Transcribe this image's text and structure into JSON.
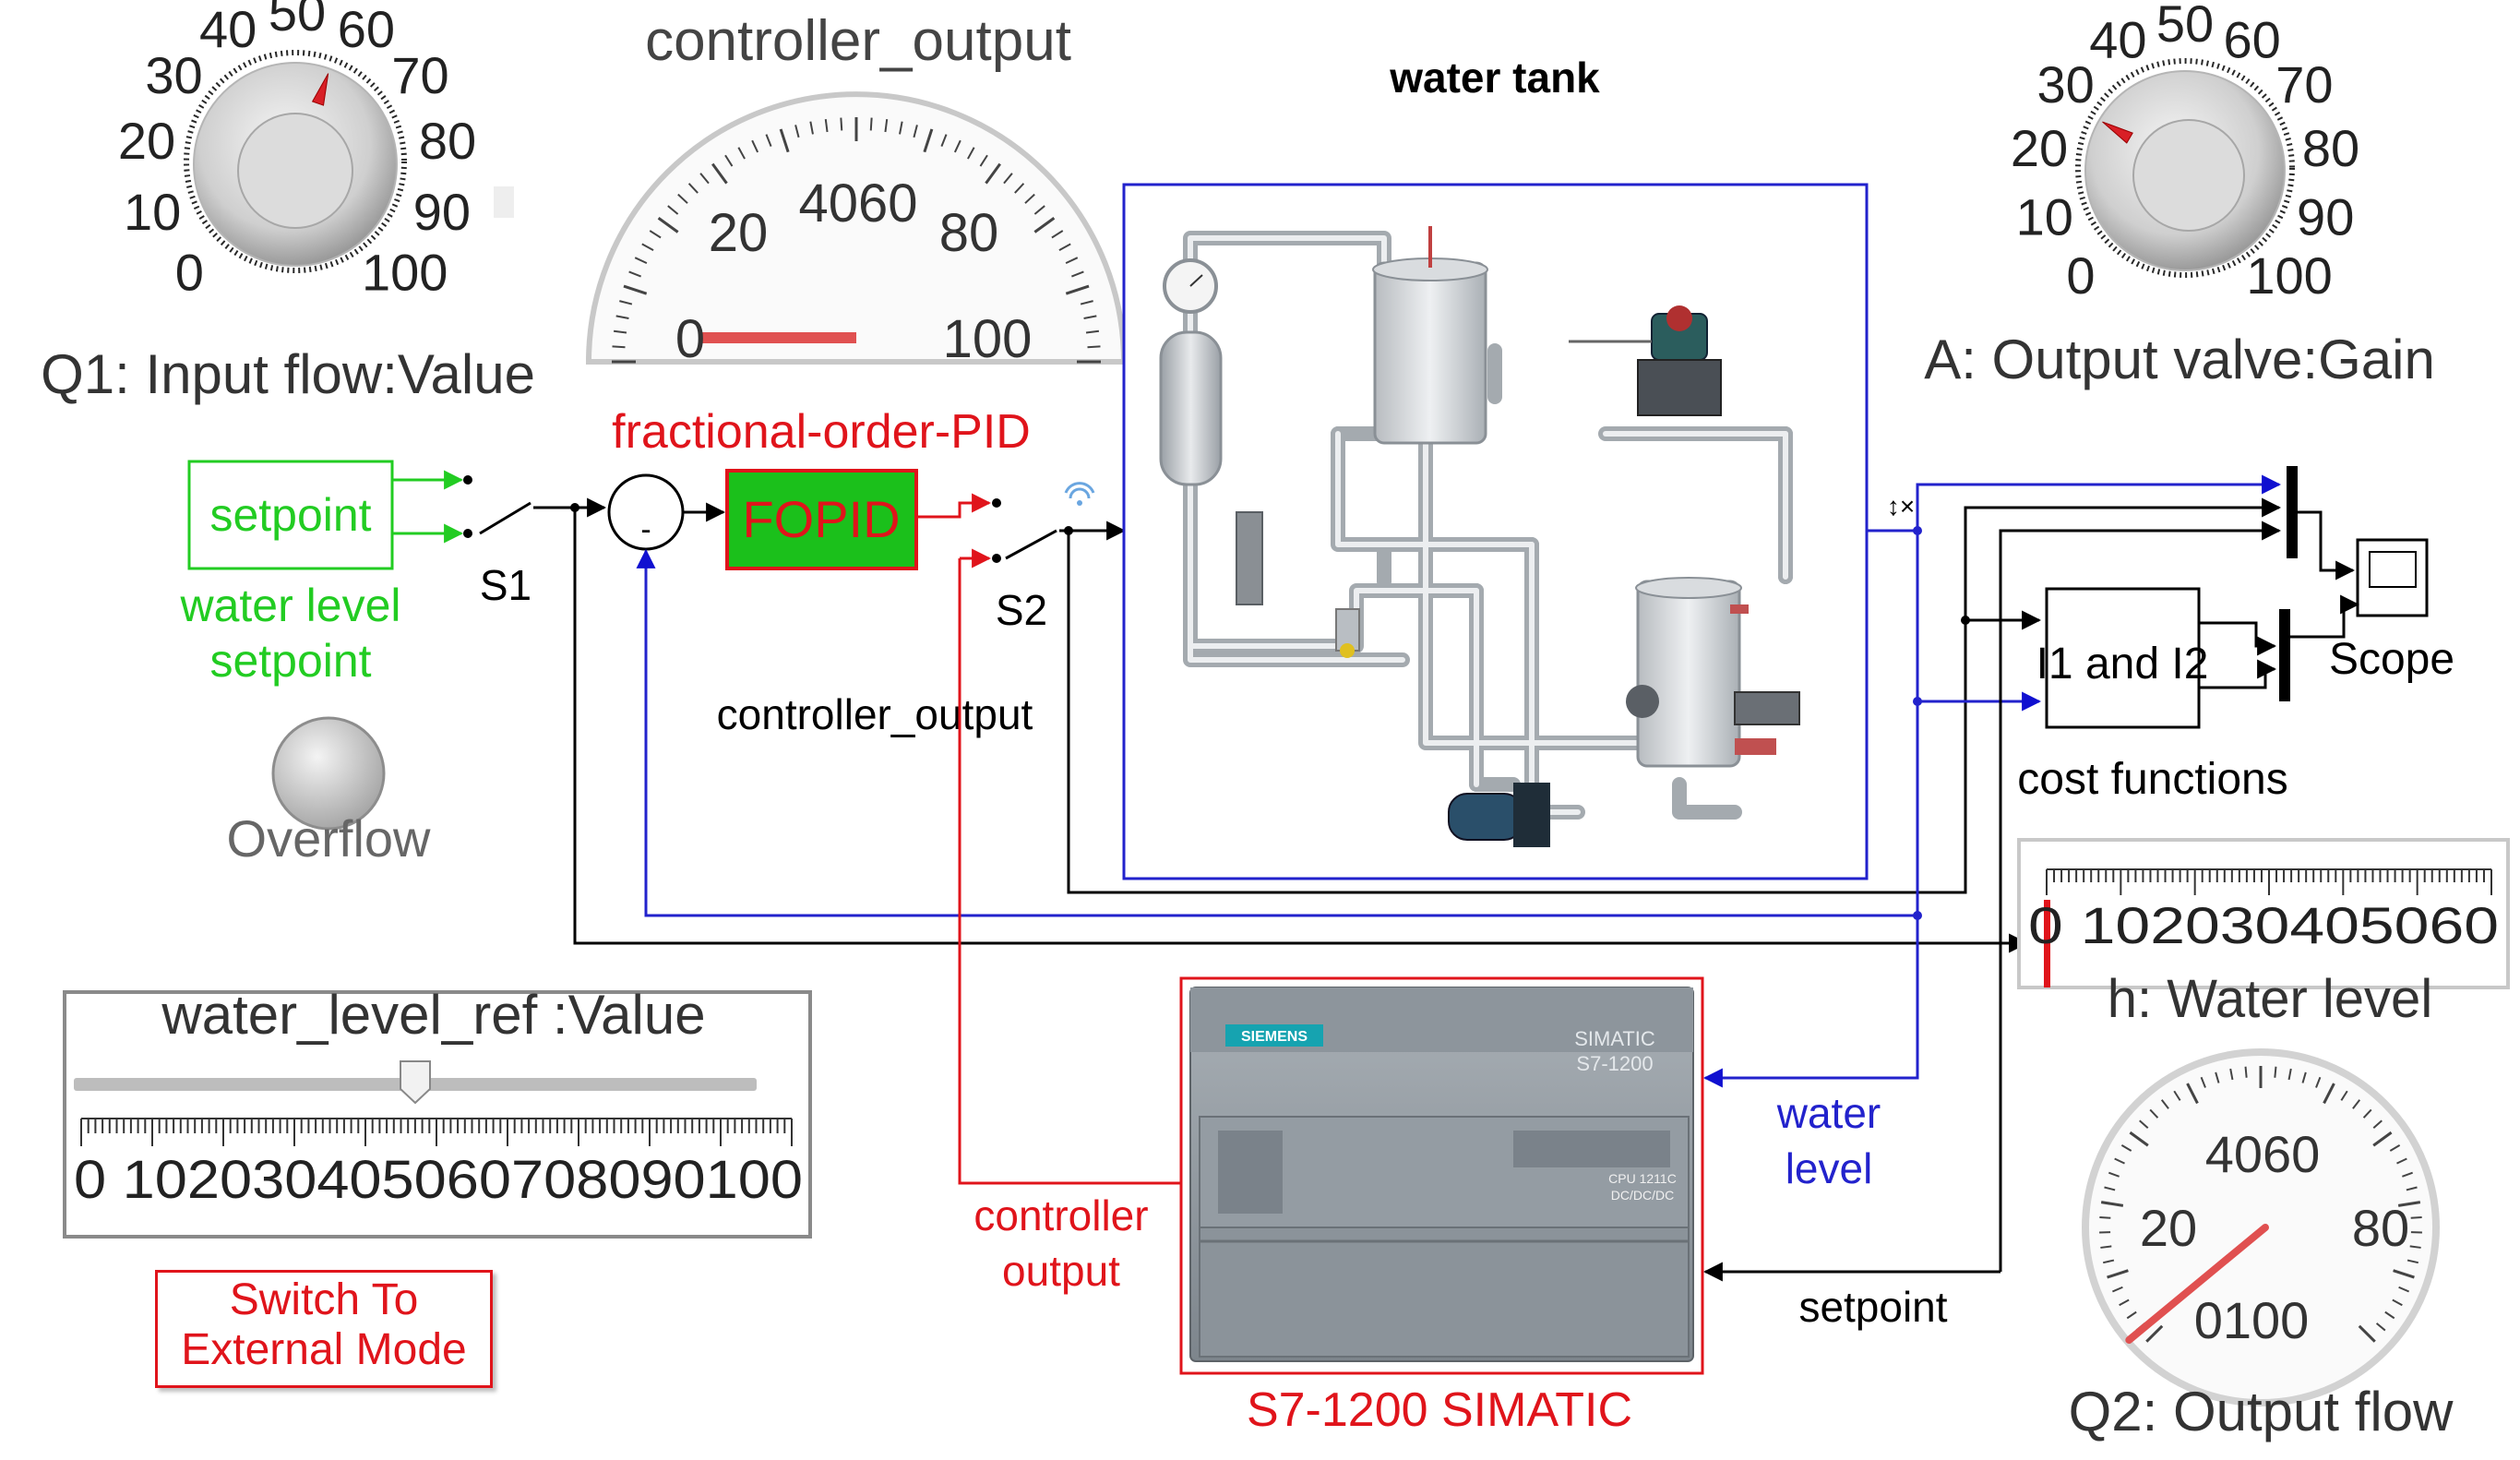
{
  "knob_q1": {
    "title": "Q1: Input flow:Value",
    "ticks": [
      "0",
      "10",
      "20",
      "30",
      "40",
      "50",
      "60",
      "70",
      "80",
      "90",
      "100"
    ],
    "value": 57
  },
  "gauge_controller": {
    "title": "controller_output",
    "ticks": [
      "0",
      "20",
      "4060",
      "80",
      "100"
    ],
    "value": 0
  },
  "diagram_title": "water tank",
  "knob_a": {
    "title": "A: Output valve:Gain",
    "ticks": [
      "0",
      "10",
      "20",
      "30",
      "40",
      "50",
      "60",
      "70",
      "80",
      "90",
      "100"
    ],
    "value": 28
  },
  "setpoint_block": {
    "label": "setpoint",
    "caption_line1": "water level",
    "caption_line2": "setpoint"
  },
  "switches": {
    "s1": "S1",
    "s2": "S2"
  },
  "sum_block": {
    "minus": "-"
  },
  "fopid": {
    "title": "fractional-order-PID",
    "label": "FOPID"
  },
  "signals": {
    "controller_output": "controller_output",
    "water_level_line1": "water",
    "water_level_line2": "level",
    "controller_output_line1": "controller",
    "controller_output_line2": "output",
    "setpoint": "setpoint"
  },
  "cost_block": {
    "label": "I1 and I2",
    "caption": "cost functions"
  },
  "scope": {
    "label": "Scope"
  },
  "lamp": {
    "label": "Overflow"
  },
  "slider": {
    "title": "water_level_ref :Value",
    "ticks_text": "0 102030405060708090100",
    "value": 50
  },
  "external_button": {
    "line1": "Switch To",
    "line2": "External Mode"
  },
  "plc": {
    "caption": "S7-1200 SIMATIC",
    "brand": "SIEMENS",
    "model_line1": "SIMATIC",
    "model_line2": "S7-1200",
    "cpu_line1": "CPU 1211C",
    "cpu_line2": "DC/DC/DC"
  },
  "level_meter": {
    "title": "h: Water level",
    "ticks_text": "0 102030405060",
    "value": 0
  },
  "gauge_q2": {
    "title": "Q2: Output flow",
    "ticks": [
      "0100",
      "20",
      "4060",
      "80"
    ],
    "value": 10
  },
  "colors": {
    "signal_blue": "#1010d0",
    "signal_red": "#e0141b",
    "setpoint_green": "#22cc22",
    "fopid_fill": "#1bc01b"
  }
}
